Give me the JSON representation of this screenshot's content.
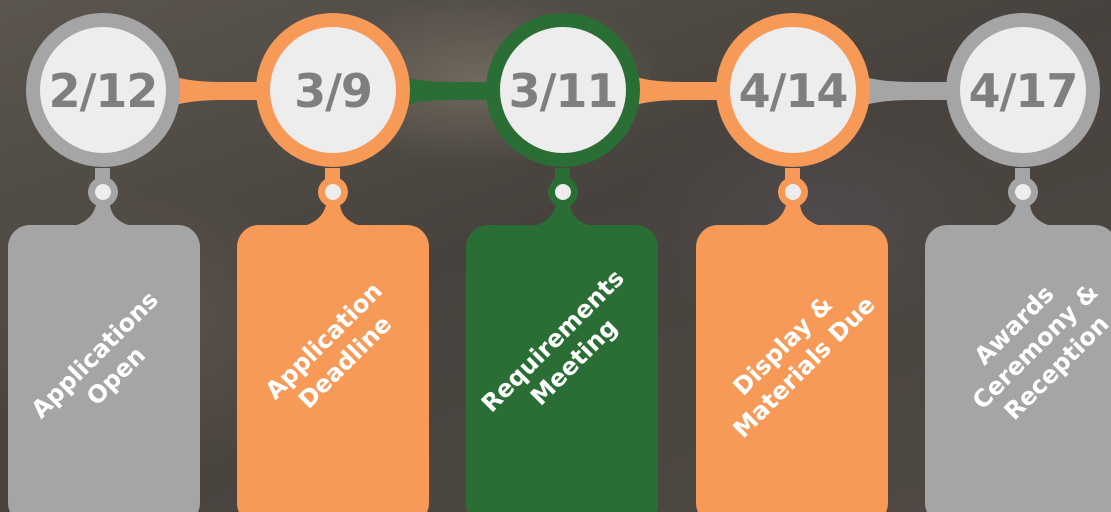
{
  "colors": {
    "gray": "#a5a5a5",
    "orange": "#f79a58",
    "green": "#2b6e35",
    "circle_fill": "#ededed",
    "date_text": "#7f7f7f",
    "card_text": "#ffffff"
  },
  "milestones": [
    {
      "date": "2/12",
      "label_lines": [
        "Applications",
        "Open"
      ],
      "color": "gray"
    },
    {
      "date": "3/9",
      "label_lines": [
        "Application",
        "Deadline"
      ],
      "color": "orange"
    },
    {
      "date": "3/11",
      "label_lines": [
        "Requirements",
        "Meeting"
      ],
      "color": "green"
    },
    {
      "date": "4/14",
      "label_lines": [
        "Display &",
        "Materials Due"
      ],
      "color": "orange"
    },
    {
      "date": "4/17",
      "label_lines": [
        "Awards",
        "Ceremony &",
        "Reception"
      ],
      "color": "gray"
    }
  ]
}
